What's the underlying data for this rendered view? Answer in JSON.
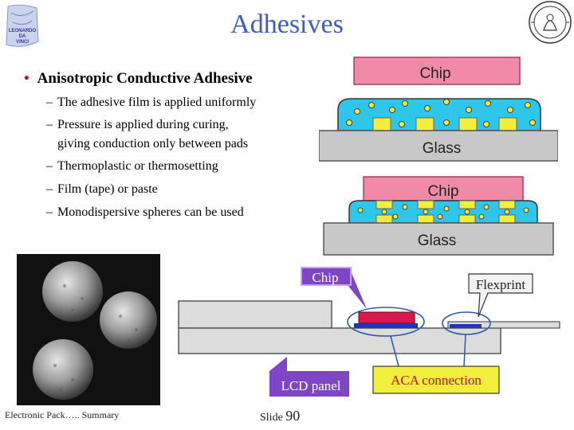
{
  "title": "Adhesives",
  "bullet": "Anisotropic Conductive Adhesive",
  "sub_bullets": [
    "The adhesive film is applied uniformly",
    "Pressure is applied during curing,",
    "giving conduction only between pads",
    "Thermoplastic or thermosetting",
    "Film (tape) or paste",
    "Monodispersive spheres can be used"
  ],
  "logo_left_text": [
    "LEONARDO",
    "DA",
    "VINCI"
  ],
  "diagram1": {
    "chip_label": "Chip",
    "glass_label": "Glass"
  },
  "diagram2": {
    "chip_label": "Chip",
    "glass_label": "Glass"
  },
  "diagram3": {
    "chip_callout": "Chip",
    "flexprint_callout": "Flexprint",
    "lcd_callout": "LCD panel",
    "aca_callout": "ACA connection"
  },
  "footer": {
    "left": "Electronic Pack….. Summary",
    "slide_prefix": "Slide",
    "slide_number": "90"
  },
  "colors": {
    "title": "#3f5bc4",
    "bullet_dot": "#c0102a",
    "chip": "#f08aa8",
    "adhesive": "#2ec6ea",
    "pad": "#f2ee3c",
    "glass": "#c8c8c8",
    "callout_purple": "#7e46c4",
    "aca_box": "#f2ee3c",
    "lcd_panel": "#dcdcdc",
    "connector_blue": "#2233bb",
    "chip_red": "#d8194e"
  }
}
